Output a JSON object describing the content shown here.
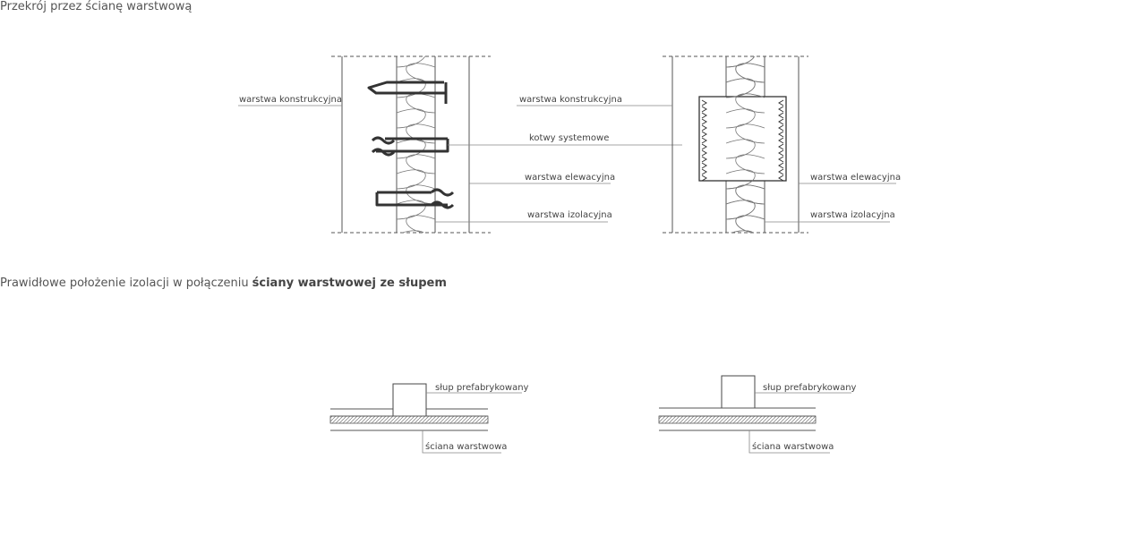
{
  "section1": {
    "title": "Przekrój przez ścianę warstwową",
    "left": {
      "warstwa_konstrukcyjna": "warstwa konstrukcyjna",
      "kotwy_systemowe": "kotwy systemowe",
      "warstwa_elewacyjna": "warstwa elewacyjna",
      "warstwa_izolacyjna": "warstwa izolacyjna"
    },
    "right": {
      "warstwa_konstrukcyjna": "warstwa konstrukcyjna",
      "warstwa_elewacyjna": "warstwa elewacyjna",
      "warstwa_izolacyjna": "warstwa izolacyjna"
    }
  },
  "section2": {
    "title_prefix": "Prawidłowe położenie izolacji w połączeniu",
    "title_bold": "ściany warstwowej ze słupem",
    "left": {
      "slup": "słup prefabrykowany",
      "sciana": "ściana warstwowa"
    },
    "right": {
      "slup": "słup prefabrykowany",
      "sciana": "ściana warstwowa"
    }
  },
  "colors": {
    "line": "#555555",
    "text": "#444444",
    "background": "#ffffff"
  }
}
